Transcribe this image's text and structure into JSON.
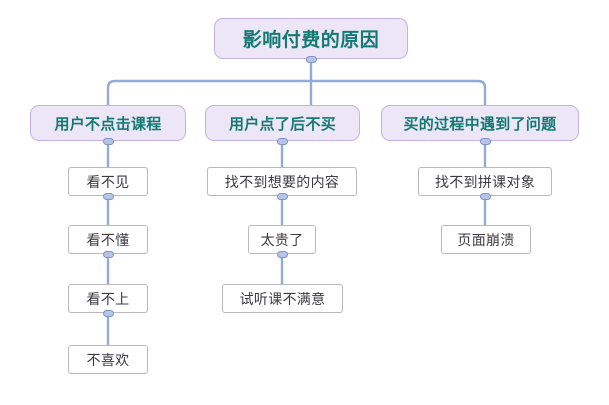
{
  "diagram": {
    "type": "mind-map",
    "title": "影响付费的原因",
    "background_color": "#ffffff",
    "node_fill_purple": "#ece6f7",
    "node_border_purple": "#c3b2e3",
    "node_text_teal": "#137a73",
    "leaf_fill": "#ffffff",
    "leaf_border": "#b9b9bd",
    "leaf_text": "#3b3b40",
    "connector_color": "#93a9d8",
    "handle_fill": "#b7c4e6",
    "handle_border": "#7f94c9"
  },
  "root": {
    "label": "影响付费的原因"
  },
  "branches": [
    {
      "label": "用户不点击课程",
      "leaves": [
        {
          "label": "看不见"
        },
        {
          "label": "看不懂"
        },
        {
          "label": "看不上"
        },
        {
          "label": "不喜欢"
        }
      ]
    },
    {
      "label": "用户点了后不买",
      "leaves": [
        {
          "label": "找不到想要的内容"
        },
        {
          "label": "太贵了"
        },
        {
          "label": "试听课不满意"
        }
      ]
    },
    {
      "label": "买的过程中遇到了问题",
      "leaves": [
        {
          "label": "找不到拼课对象"
        },
        {
          "label": "页面崩溃"
        }
      ]
    }
  ]
}
